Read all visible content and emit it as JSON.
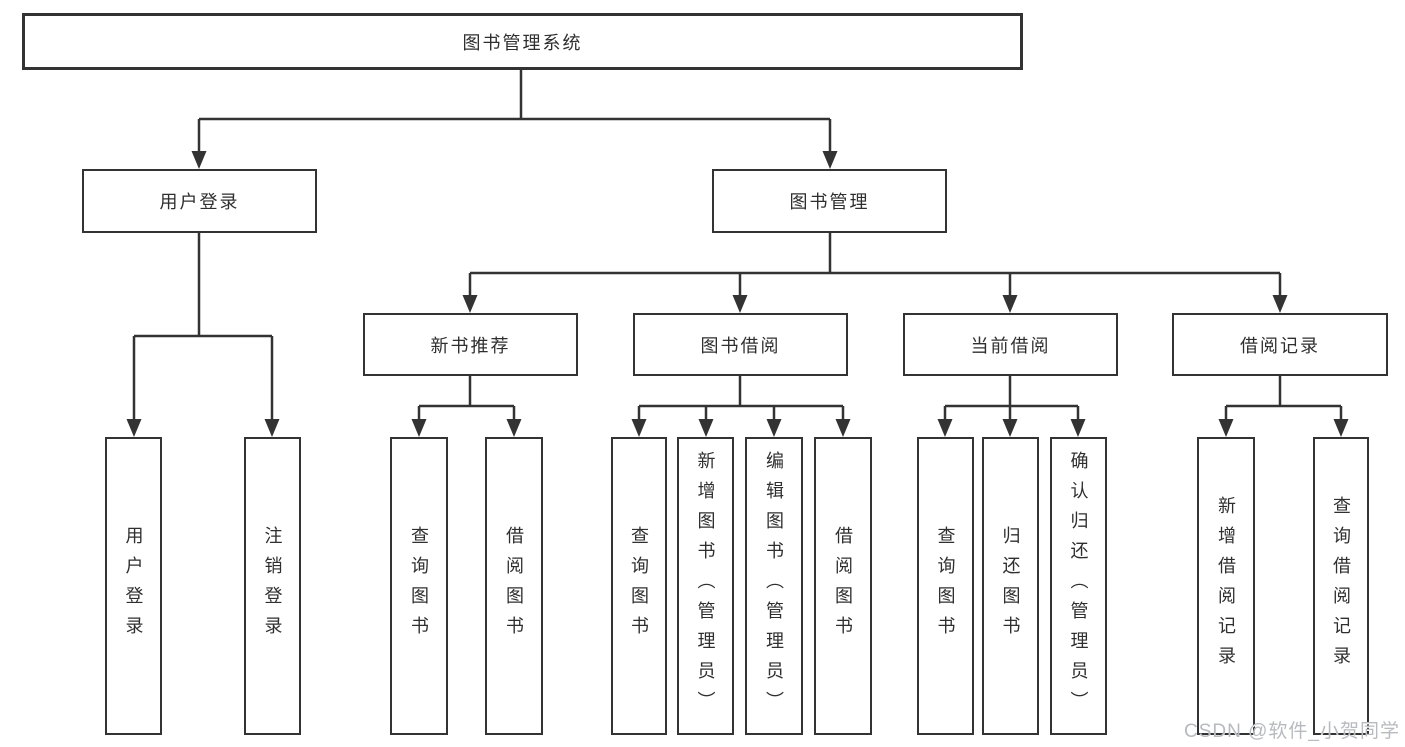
{
  "colors": {
    "line": "#333333",
    "text": "#2f2f2f",
    "background": "#ffffff",
    "watermark_gray": "#b7babe"
  },
  "watermark": "CSDN @软件_小贺同学",
  "tree": {
    "label": "图书管理系统",
    "children": [
      {
        "label": "用户登录",
        "children": [
          {
            "label": "用户登录"
          },
          {
            "label": "注销登录"
          }
        ]
      },
      {
        "label": "图书管理",
        "children": [
          {
            "label": "新书推荐",
            "children": [
              {
                "label": "查询图书"
              },
              {
                "label": "借阅图书"
              }
            ]
          },
          {
            "label": "图书借阅",
            "children": [
              {
                "label": "查询图书"
              },
              {
                "label": "新增图书（管理员）"
              },
              {
                "label": "编辑图书（管理员）"
              },
              {
                "label": "借阅图书"
              }
            ]
          },
          {
            "label": "当前借阅",
            "children": [
              {
                "label": "查询图书"
              },
              {
                "label": "归还图书"
              },
              {
                "label": "确认归还（管理员）"
              }
            ]
          },
          {
            "label": "借阅记录",
            "children": [
              {
                "label": "新增借阅记录"
              },
              {
                "label": "查询借阅记录"
              }
            ]
          }
        ]
      }
    ]
  }
}
